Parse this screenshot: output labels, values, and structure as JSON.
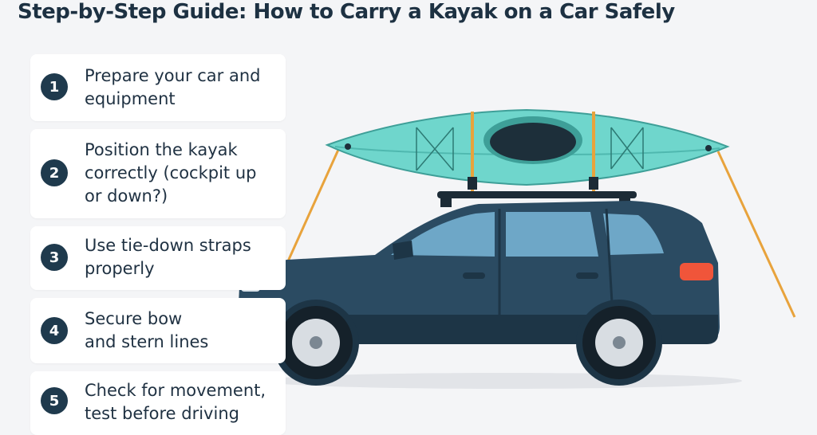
{
  "title": "Step-by-Step Guide: How to Carry a Kayak on a Car Safely",
  "steps": [
    {
      "number": "1",
      "text": "Prepare your car and\nequipment"
    },
    {
      "number": "2",
      "text": "Position the kayak\ncorrectly (cockpit up\nor down?)"
    },
    {
      "number": "3",
      "text": "Use tie-down straps\nproperly"
    },
    {
      "number": "4",
      "text": "Secure bow\nand stern lines"
    },
    {
      "number": "5",
      "text": "Check for movement,\ntest before driving"
    }
  ],
  "colors": {
    "background": "#f4f5f7",
    "badge": "#1f3a4d",
    "car_body": "#2b4b62",
    "kayak": "#6fd6cc",
    "strap": "#e8a33c",
    "tail_light": "#f0553a"
  },
  "illustration": {
    "subject": "suv-with-kayak-on-roof-rack-icon"
  }
}
